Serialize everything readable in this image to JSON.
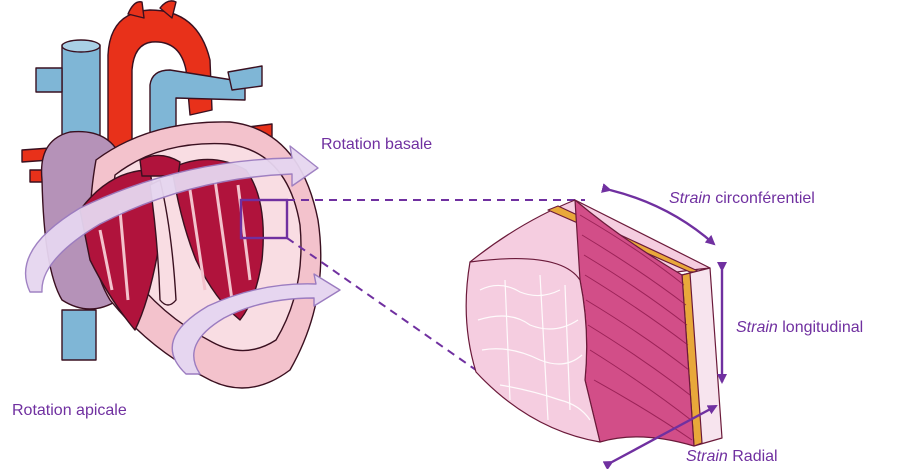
{
  "colors": {
    "label_text": "#7030A0",
    "arrow_purple": "#7030A0",
    "rotation_band": "#E6D6F0",
    "rotation_band_edge": "#9B7CC0",
    "aorta_red": "#E8311A",
    "vein_blue": "#7FB6D6",
    "myocardium_pink": "#F3C2CC",
    "inner_chamber": "#B0133C",
    "tissue_fiber": "#D24E88",
    "tissue_face": "#F5CDE0"
  },
  "labels": {
    "rotation_basale": "Rotation basale",
    "rotation_apicale": "Rotation apicale",
    "strain_word": "Strain",
    "circ_suffix": "circonférentiel",
    "long_suffix": "longitudinal",
    "radial_suffix": "Radial"
  },
  "icons": {
    "heart": "heart-illustration",
    "tissue": "myocardial-tissue-block"
  }
}
